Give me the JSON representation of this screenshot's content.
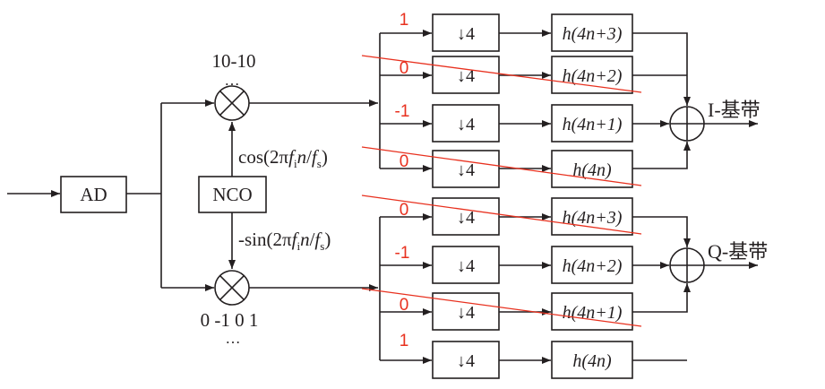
{
  "blocks": {
    "ad": "AD",
    "nco": "NCO",
    "decimator": "↓4"
  },
  "labels": {
    "cos_formula": "cos(2πfᵢn/fₛ)",
    "sin_formula": "-sin(2πfᵢn/fₛ)",
    "upper_sequence": "10-10",
    "lower_sequence": "0 -1 0 1",
    "ellipsis": "…",
    "i_output": "I-基带",
    "q_output": "Q-基带"
  },
  "i_branch": {
    "coefficients": [
      "1",
      "0",
      "-1",
      "0"
    ],
    "filters": [
      "h(4n+3)",
      "h(4n+2)",
      "h(4n+1)",
      "h(4n)"
    ]
  },
  "q_branch": {
    "coefficients": [
      "0",
      "-1",
      "0",
      "1"
    ],
    "filters": [
      "h(4n+3)",
      "h(4n+2)",
      "h(4n+1)",
      "h(4n)"
    ]
  },
  "colors": {
    "ink": "#231f20",
    "accent_red": "#e8311f"
  }
}
